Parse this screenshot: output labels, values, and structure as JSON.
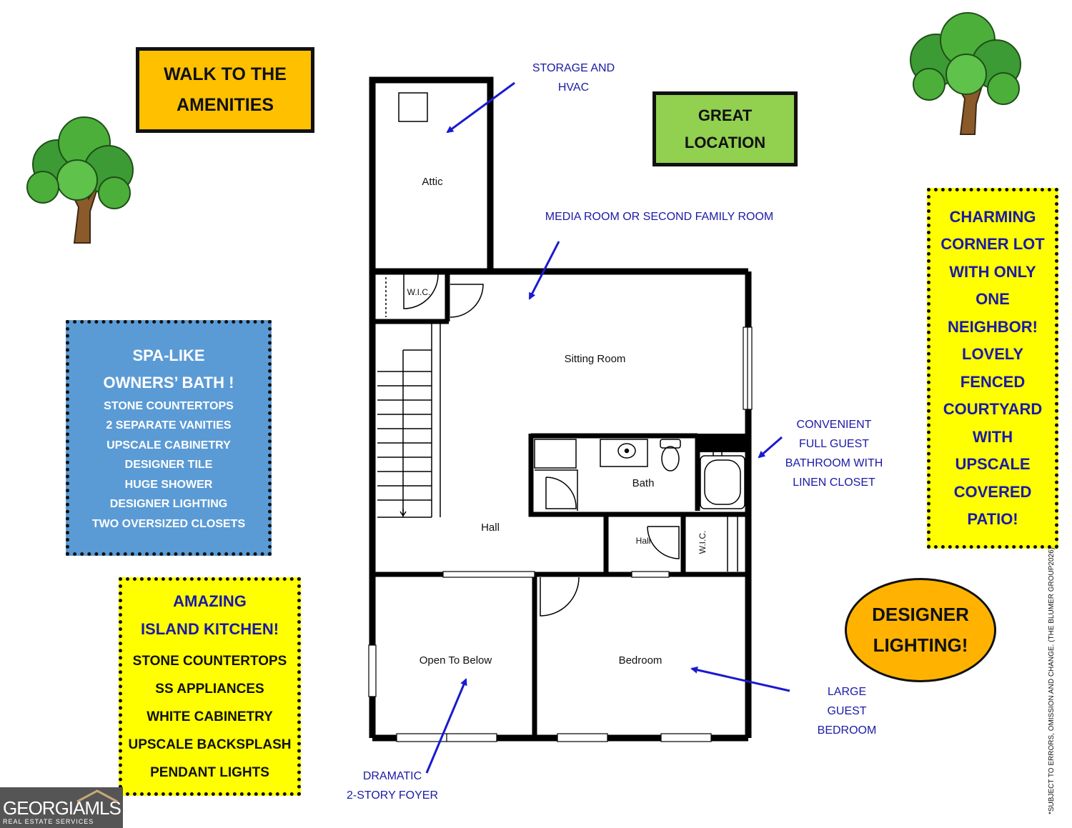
{
  "callouts": {
    "walk": [
      "WALK TO THE",
      "AMENITIES"
    ],
    "great_location": [
      "GREAT",
      "LOCATION"
    ],
    "spa": {
      "heading": [
        "SPA-LIKE",
        "OWNERS’ BATH !"
      ],
      "items": [
        "STONE  COUNTERTOPS",
        "2 SEPARATE VANITIES",
        "UPSCALE CABINETRY",
        "DESIGNER TILE",
        "HUGE SHOWER",
        "DESIGNER LIGHTING",
        "TWO OVERSIZED CLOSETS"
      ]
    },
    "kitchen": {
      "heading": [
        "AMAZING",
        "ISLAND KITCHEN!"
      ],
      "items": [
        "STONE COUNTERTOPS",
        "SS APPLIANCES",
        "WHITE CABINETRY",
        "UPSCALE BACKSPLASH",
        "PENDANT LIGHTS"
      ]
    },
    "corner": [
      "CHARMING",
      "CORNER LOT",
      "WITH ONLY",
      "ONE",
      "NEIGHBOR!",
      "LOVELY",
      "FENCED",
      "COURTYARD",
      "WITH",
      "UPSCALE",
      "COVERED",
      "PATIO!"
    ],
    "designer_lighting": [
      "DESIGNER",
      "LIGHTING!"
    ]
  },
  "notes": {
    "storage": [
      "STORAGE AND",
      "HVAC"
    ],
    "media": "MEDIA ROOM OR SECOND FAMILY ROOM",
    "bath": [
      "CONVENIENT",
      "FULL GUEST",
      "BATHROOM WITH",
      "LINEN CLOSET"
    ],
    "guest_bedroom": [
      "LARGE",
      "GUEST",
      "BEDROOM"
    ],
    "foyer": [
      "DRAMATIC",
      "2-STORY FOYER"
    ]
  },
  "rooms": {
    "attic": "Attic",
    "wic_top": "W.I.C.",
    "sitting": "Sitting Room",
    "bath": "Bath",
    "hall": "Hall",
    "hall_small": "Hall",
    "wic_right": "W.I.C.",
    "open_below": "Open To Below",
    "bedroom": "Bedroom"
  },
  "disclaimer": "*SUBJECT TO ERRORS, OMISSION AND CHANGE.  (THE BLUMER GROUP2026)",
  "logo": {
    "main": "GEORGIAMLS",
    "sub": "REAL ESTATE SERVICES"
  },
  "colors": {
    "orange": "#ffc000",
    "green": "#92d050",
    "blue": "#5b9bd5",
    "yellow": "#ffff00",
    "gold": "#ffb300",
    "note_blue": "#1a1aa6",
    "arrow_blue": "#1a1ad0"
  }
}
